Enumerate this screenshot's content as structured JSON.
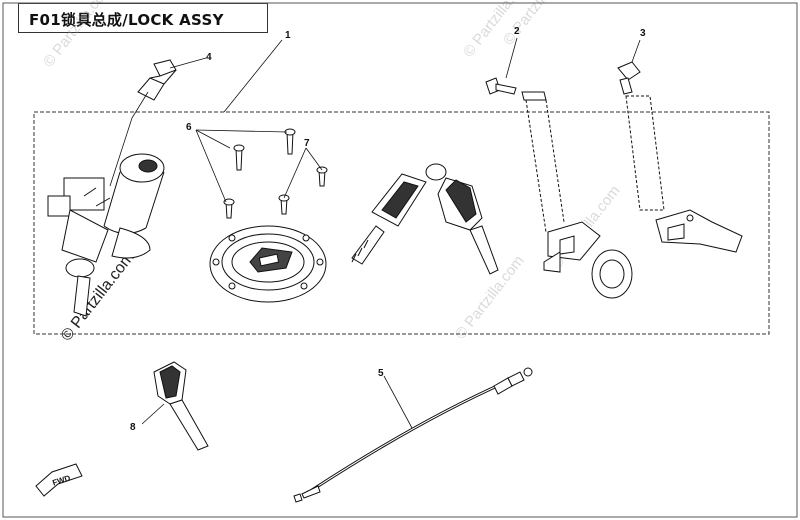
{
  "header": {
    "title": "F01锁具总成/LOCK ASSY"
  },
  "watermarks": [
    {
      "text": "© Partzilla.com"
    },
    {
      "text": "© Partzilla.com"
    },
    {
      "text": "© Partzilla.com"
    },
    {
      "text": "© Partzilla.com"
    },
    {
      "text": "© Partzilla.com"
    },
    {
      "text": "© Partzilla.com"
    }
  ],
  "callouts": {
    "c1": "1",
    "c2": "2",
    "c3": "3",
    "c4": "4",
    "c5": "5",
    "c6": "6",
    "c7": "7",
    "c8": "8"
  },
  "direction_marker": "FWD",
  "colors": {
    "line": "#111111",
    "frame": "#333333",
    "watermark": "#9a9a9a"
  }
}
